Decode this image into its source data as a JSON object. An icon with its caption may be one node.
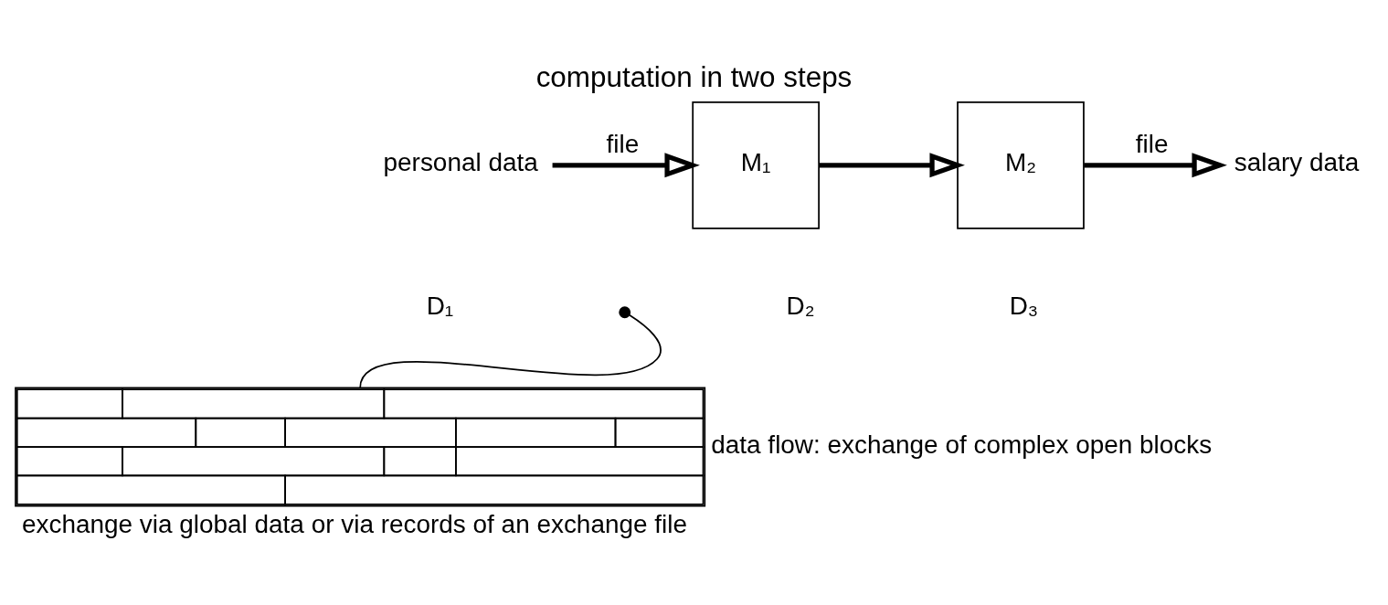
{
  "diagram": {
    "title": "computation in two steps",
    "nodes": [
      {
        "text": [
          "personal data"
        ]
      },
      {
        "text": [
          "M₁"
        ]
      },
      {
        "text": [
          "M₂"
        ]
      },
      {
        "text": [
          "salary data"
        ]
      },
      {
        "text": [],
        "shape": "box",
        "beside": [
          "data flow: exchange of complex open blocks",
          "exchange via global data or via records of an exchange file"
        ]
      }
    ],
    "edges": [
      {
        "from": 0,
        "to": 1,
        "arrow": "to",
        "label": "file"
      },
      {
        "from": 1,
        "to": 2,
        "arrow": "to"
      },
      {
        "from": 2,
        "to": 3,
        "arrow": "to",
        "label": "file"
      },
      {
        "from": 4,
        "to": null,
        "arrow": "other"
      }
    ],
    "labels": [
      "D₁",
      "D₂",
      "D₃"
    ]
  }
}
